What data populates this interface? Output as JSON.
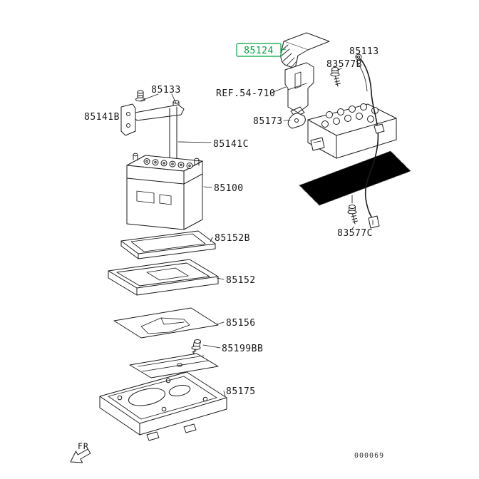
{
  "labels": {
    "l85124": "85124",
    "l85113": "85113",
    "l83577b": "83577B",
    "l85133": "85133",
    "lref": "REF.54-710",
    "l85141b": "85141B",
    "l85173": "85173",
    "l85141c": "85141C",
    "l85100": "85100",
    "l85152b": "85152B",
    "l83577c": "83577C",
    "l85152": "85152",
    "l85156": "85156",
    "l85199bb": "85199BB",
    "l85175": "85175"
  },
  "footer": {
    "fr_arrow": "FR",
    "sheet_code": "000069"
  },
  "highlight": {
    "part": "85124",
    "color": "#00a33e"
  }
}
